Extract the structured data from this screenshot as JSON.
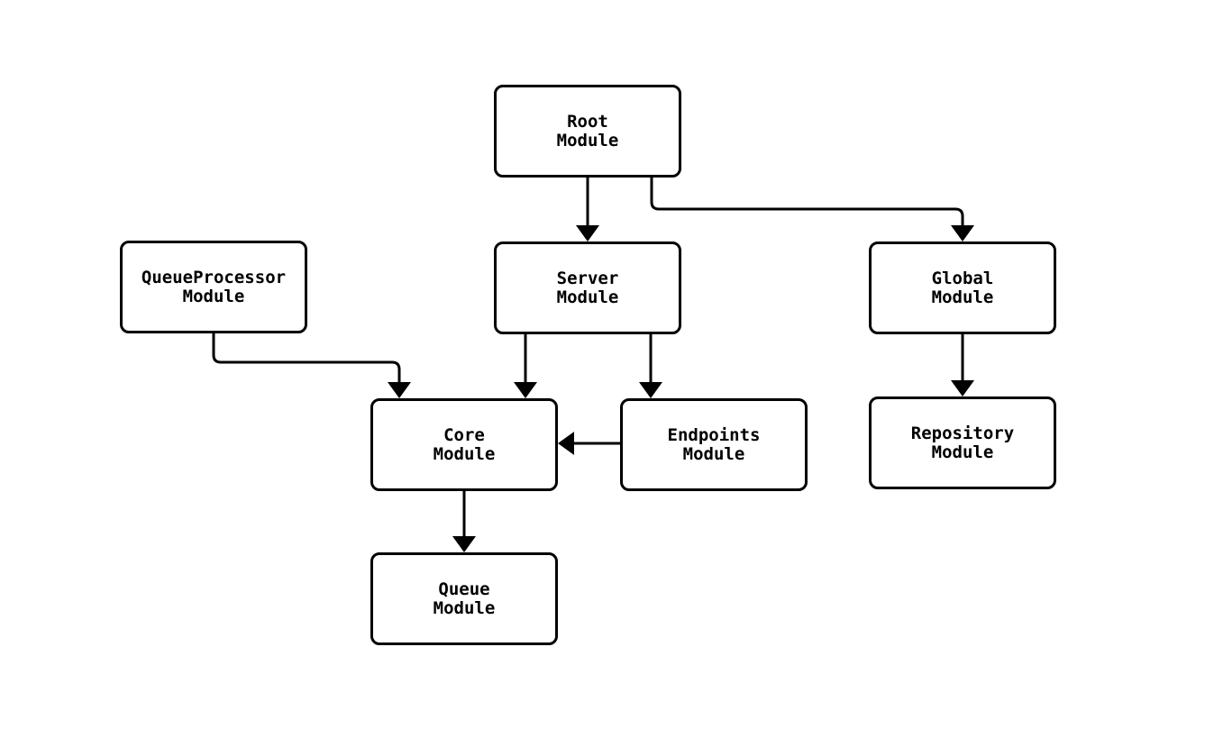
{
  "diagram": {
    "type": "flowchart",
    "direction": "top-down",
    "background_color": "#ffffff",
    "node_fill_color": "#ffffff",
    "stroke_color": "#000000",
    "text_color": "#000000",
    "nodes": [
      {
        "id": "root",
        "line1": "Root",
        "line2": "Module"
      },
      {
        "id": "queueprocessor",
        "line1": "QueueProcessor",
        "line2": "Module"
      },
      {
        "id": "server",
        "line1": "Server",
        "line2": "Module"
      },
      {
        "id": "global",
        "line1": "Global",
        "line2": "Module"
      },
      {
        "id": "core",
        "line1": "Core",
        "line2": "Module"
      },
      {
        "id": "endpoints",
        "line1": "Endpoints",
        "line2": "Module"
      },
      {
        "id": "repository",
        "line1": "Repository",
        "line2": "Module"
      },
      {
        "id": "queue",
        "line1": "Queue",
        "line2": "Module"
      }
    ],
    "edges": [
      {
        "from": "root",
        "to": "server"
      },
      {
        "from": "root",
        "to": "global"
      },
      {
        "from": "queueprocessor",
        "to": "core"
      },
      {
        "from": "server",
        "to": "core"
      },
      {
        "from": "server",
        "to": "endpoints"
      },
      {
        "from": "endpoints",
        "to": "core"
      },
      {
        "from": "global",
        "to": "repository"
      },
      {
        "from": "core",
        "to": "queue"
      }
    ]
  }
}
